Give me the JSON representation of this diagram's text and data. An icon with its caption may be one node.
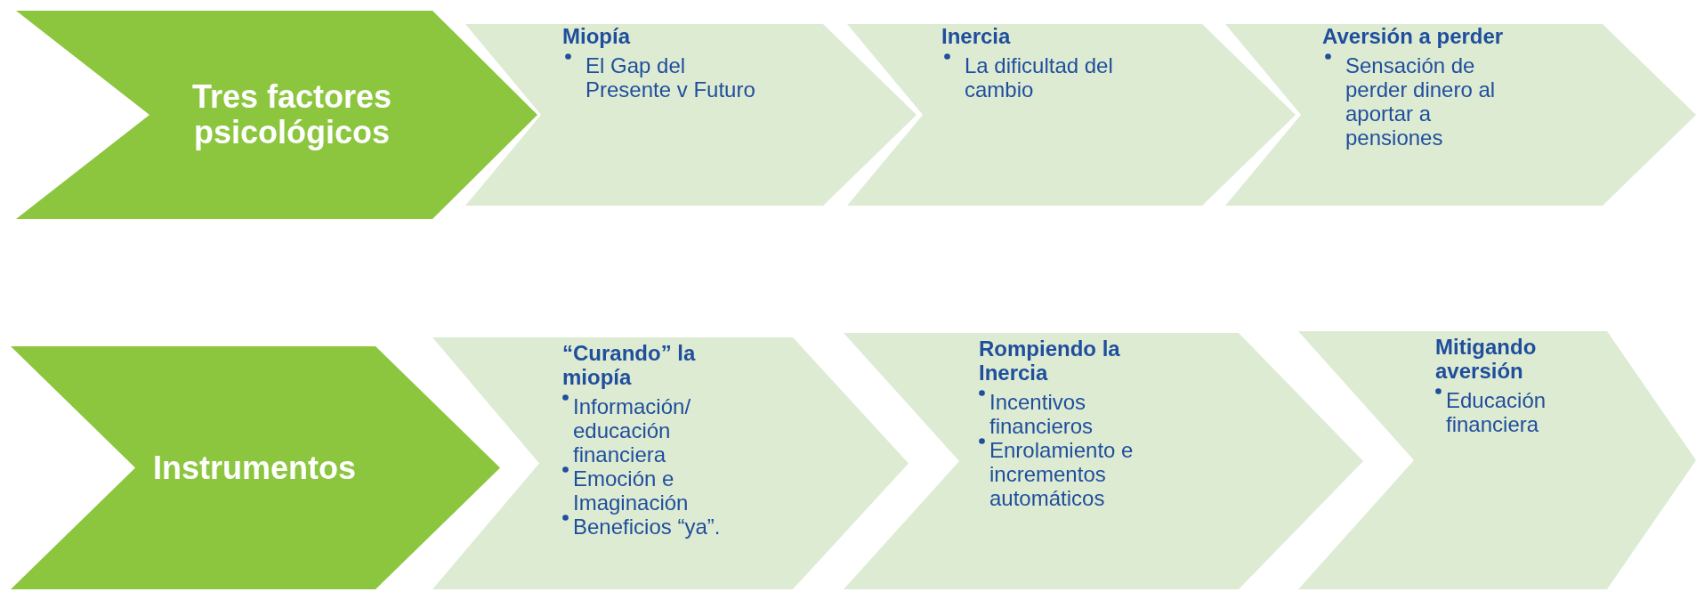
{
  "diagram": {
    "nodes": [
      {
        "text": [
          "Tres factores psicológicos"
        ]
      },
      {
        "text": [
          "Miopía",
          "El Gap del Presente v Futuro"
        ]
      },
      {
        "text": [
          "Inercia",
          "La dificultad del cambio"
        ]
      },
      {
        "text": [
          "Aversión a perder",
          "Sensación de perder dinero al aportar a pensiones"
        ]
      },
      {
        "text": [
          "Instrumentos"
        ]
      },
      {
        "text": [
          "“Curando” la miopía",
          "Información/ educación financiera",
          "Emoción e Imaginación",
          "Beneficios “ya”."
        ]
      },
      {
        "text": [
          "Rompiendo la Inercia",
          "Incentivos financieros",
          "Enrolamiento e incrementos automáticos"
        ]
      },
      {
        "text": [
          "Mitigando aversión",
          "Educación financiera"
        ]
      }
    ]
  }
}
